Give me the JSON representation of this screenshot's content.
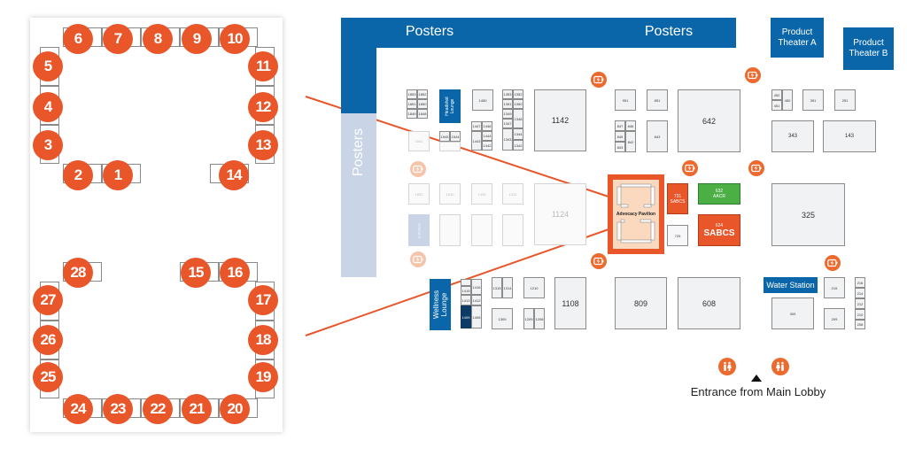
{
  "inset": {
    "top_group_seats": [
      "1",
      "2",
      "3",
      "4",
      "5",
      "6",
      "7",
      "8",
      "9",
      "10",
      "11",
      "12",
      "13",
      "14"
    ],
    "bottom_group_seats": [
      "15",
      "16",
      "17",
      "18",
      "19",
      "20",
      "21",
      "22",
      "23",
      "24",
      "25",
      "26",
      "27",
      "28"
    ]
  },
  "map": {
    "posters_top_label": "Posters",
    "posters_top_label_2": "Posters",
    "posters_side_label": "Posters",
    "product_theater_a": "Product Theater A",
    "product_theater_b": "Product Theater B",
    "headshot_lounge": "Headshot Lounge",
    "wellness_lounge": "Wellness Lounge",
    "e_posters": "e-Posters",
    "water_station": "Water Station",
    "advocacy_pavilion": "Advocacy Pavilion",
    "entrance_label": "Entrance from Main Lobby",
    "booths": {
      "b1853": "1853",
      "b1852": "1852",
      "b1851": "1851",
      "b1850": "1850",
      "b1849": "1849",
      "b1848": "1848",
      "b1450": "1450",
      "b1447": "1447",
      "b1446": "1446",
      "b1443": "1443",
      "b1444": "1444",
      "b1442": "1442",
      "b1353": "1353",
      "b1352": "1352",
      "b1351": "1351",
      "b1350": "1350",
      "b1349": "1349",
      "b1348": "1348",
      "b1347": "1347",
      "b1343": "1343",
      "b1344": "1344",
      "b1342": "1342",
      "b1142": "1142",
      "b1842": "1842",
      "b1545": "1545",
      "b1544": "1544",
      "b1832": "1832",
      "b1630": "1630",
      "b1430": "1430",
      "b1332": "1332",
      "b1124": "1124",
      "b1416": "1416",
      "b1415": "1415",
      "b1413": "1413",
      "b1412": "1412",
      "b1409": "1409",
      "b1408": "1408",
      "b1315": "1315",
      "b1314": "1314",
      "b1210": "1210",
      "b1309": "1309",
      "b1209": "1209",
      "b1208": "1208",
      "b1108": "1108",
      "b951": "951",
      "b851": "851",
      "b847": "847",
      "b846": "846",
      "b845": "845",
      "b842": "842",
      "b843a": "843",
      "b843": "843",
      "b642": "642",
      "b731": "731",
      "b731n": "SABCS",
      "b632": "632",
      "b632n": "AACR",
      "b624": "624",
      "b624n": "SABCS",
      "b725": "725",
      "b809": "809",
      "b608": "608",
      "b452": "452",
      "b450": "450",
      "b451": "451",
      "b351": "351",
      "b251": "251",
      "b343": "343",
      "b143": "143",
      "b325": "325",
      "b215": "215",
      "b309": "309",
      "b209": "209",
      "b216": "216",
      "b214": "214",
      "b212": "212",
      "b210": "210",
      "b208": "208"
    },
    "colors": {
      "accent_orange": "#e8562a",
      "brand_blue": "#0a66a8",
      "aacr_green": "#4caf46",
      "light_blue": "#c9d4e7"
    }
  }
}
